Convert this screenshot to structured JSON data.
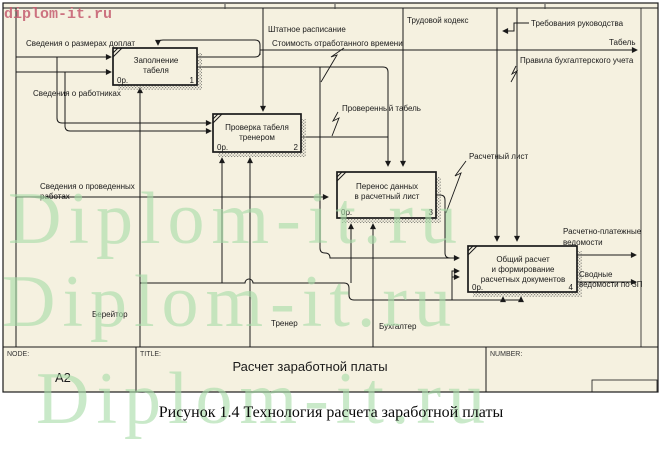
{
  "watermarks": {
    "small_red": "diplom-it.ru",
    "large_green": "Diplom-it.ru",
    "green_color": "#a8dca8",
    "red_color": "#c45c6e"
  },
  "colors": {
    "sheet_background": "#f5f1e0",
    "line": "#1a1a1a",
    "shadow_stipple": "#8a8a82"
  },
  "diagram": {
    "boxes": [
      {
        "lines": [
          "Заполнение",
          "табеля"
        ],
        "cost": "0р.",
        "num": "1"
      },
      {
        "lines": [
          "Проверка табеля",
          "тренером"
        ],
        "cost": "0р.",
        "num": "2"
      },
      {
        "lines": [
          "Перенос данных",
          "в расчетный лист"
        ],
        "cost": "0р.",
        "num": "3"
      },
      {
        "lines": [
          "Общий расчет",
          "и формирование",
          "расчетных документов"
        ],
        "cost": "0р.",
        "num": "4"
      }
    ],
    "labels": {
      "svedeniya_doplat": "Сведения о размерах доплат",
      "svedeniya_rabotnikah": "Сведения о работниках",
      "svedeniya_rabotah": [
        "Сведения о проведенных",
        "работах"
      ],
      "shtatnoe": "Штатное расписание",
      "stoimost": "Стоимость отработанного времени",
      "trudovoy": "Трудовой кодекс",
      "trebovaniya": "Требования руководства",
      "pravila": "Правила бухгалтерского учета",
      "tabel": "Табель",
      "proverenny": "Проверенный табель",
      "raschetny_list": "Расчетный лист",
      "raschetno_platezhnye": [
        "Расчетно-платежные",
        "ведомости"
      ],
      "svodnye": [
        "Сводные",
        "ведомости по ЗП"
      ],
      "bereytor": "Берейтор",
      "trener": "Тренер",
      "buhgalter": "Бухгалтер"
    },
    "title_bar": {
      "node_label": "NODE:",
      "node_value": "A2",
      "title_label": "TITLE:",
      "title_value": "Расчет заработной платы",
      "number_label": "NUMBER:"
    }
  },
  "caption": "Рисунок 1.4 Технология расчета заработной платы"
}
